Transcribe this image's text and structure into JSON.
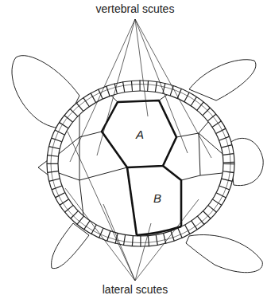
{
  "diagram": {
    "labels": [
      "vertebral scutes",
      "lateral scutes",
      "A",
      "B"
    ]
  }
}
